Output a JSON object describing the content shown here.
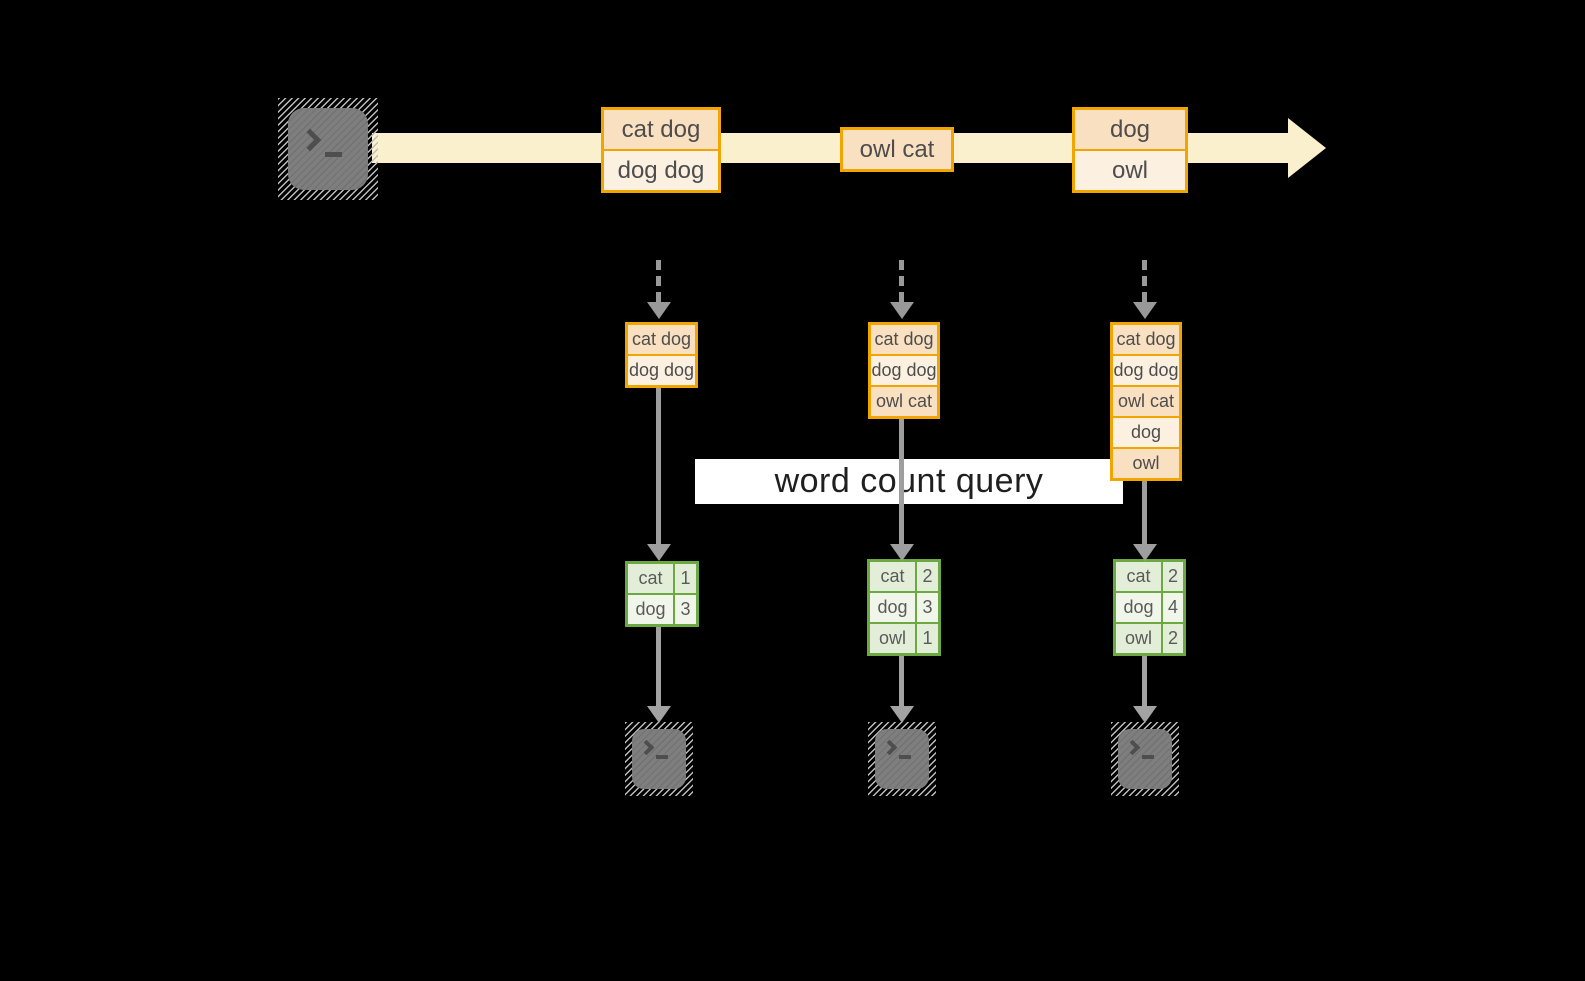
{
  "colors": {
    "background": "#000000",
    "stream_band": "#FBF0CD",
    "record_border": "#F0A500",
    "record_fill_dark": "#F9E0C1",
    "record_fill_light": "#FCF1E1",
    "record_text": "#4D4D4D",
    "arrow_gray": "#999999",
    "query_strip_bg": "#FFFFFF",
    "query_text": "#1F1F1F",
    "table_border": "#6DA943",
    "table_fill_dark": "#E3EED8",
    "table_fill_light": "#F0F6EA",
    "terminal_gray": "#7E7E7E"
  },
  "stream": {
    "source_icon": "terminal-icon",
    "batches": [
      {
        "lines": [
          "cat dog",
          "dog dog"
        ]
      },
      {
        "lines": [
          "owl cat"
        ]
      },
      {
        "lines": [
          "dog",
          "owl"
        ]
      }
    ]
  },
  "micro_batches": [
    {
      "lines": [
        "cat dog",
        "dog dog"
      ]
    },
    {
      "lines": [
        "cat dog",
        "dog dog",
        "owl cat"
      ]
    },
    {
      "lines": [
        "cat dog",
        "dog dog",
        "owl cat",
        "dog",
        "owl"
      ]
    }
  ],
  "query": {
    "label": "word count query"
  },
  "results": [
    {
      "rows": [
        {
          "word": "cat",
          "count": "1"
        },
        {
          "word": "dog",
          "count": "3"
        }
      ]
    },
    {
      "rows": [
        {
          "word": "cat",
          "count": "2"
        },
        {
          "word": "dog",
          "count": "3"
        },
        {
          "word": "owl",
          "count": "1"
        }
      ]
    },
    {
      "rows": [
        {
          "word": "cat",
          "count": "2"
        },
        {
          "word": "dog",
          "count": "4"
        },
        {
          "word": "owl",
          "count": "2"
        }
      ]
    }
  ],
  "sinks": {
    "icon": "terminal-icon"
  }
}
